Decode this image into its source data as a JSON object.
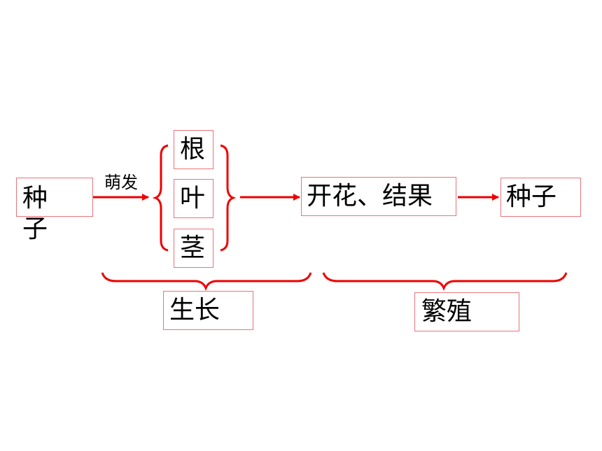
{
  "diagram": {
    "seed_start": "种子",
    "germinate_label": "萌发",
    "root": "根",
    "leaf": "叶",
    "stem": "茎",
    "flower_fruit": "开花、结果",
    "seed_end": "种子",
    "growth": "生长",
    "reproduction": "繁殖",
    "colors": {
      "arrow": "#ee0000",
      "box_border": "#e8747c",
      "text": "#000000"
    }
  }
}
